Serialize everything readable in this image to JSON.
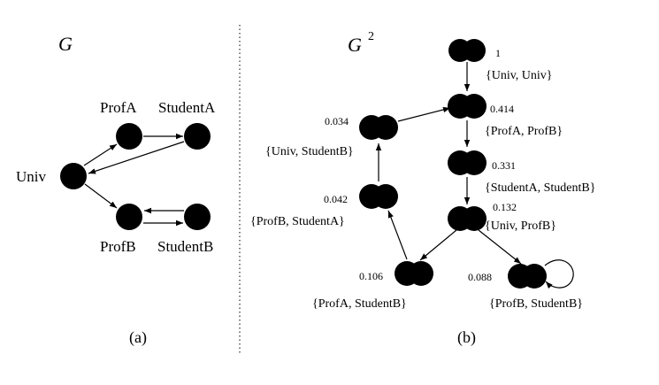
{
  "left": {
    "title": "G",
    "nodes": {
      "univ": "Univ",
      "profA": "ProfA",
      "studentA": "StudentA",
      "profB": "ProfB",
      "studentB": "StudentB"
    },
    "caption": "(a)"
  },
  "right": {
    "title": "G",
    "title_sup": "2",
    "nodes": {
      "n1": {
        "score": "1",
        "label": "{Univ, Univ}"
      },
      "n2": {
        "score": "0.414",
        "label": "{ProfA, ProfB}"
      },
      "n3": {
        "score": "0.331",
        "label": "{StudentA, StudentB}"
      },
      "n4": {
        "score": "0.132",
        "label": "{Univ, ProfB}"
      },
      "n5": {
        "score": "0.106",
        "label": "{ProfA, StudentB}"
      },
      "n6": {
        "score": "0.088",
        "label": "{ProfB, StudentB}"
      },
      "n7": {
        "score": "0.042",
        "label": "{ProfB, StudentA}"
      },
      "n8": {
        "score": "0.034",
        "label": "{Univ, StudentB}"
      }
    },
    "caption": "(b)"
  }
}
